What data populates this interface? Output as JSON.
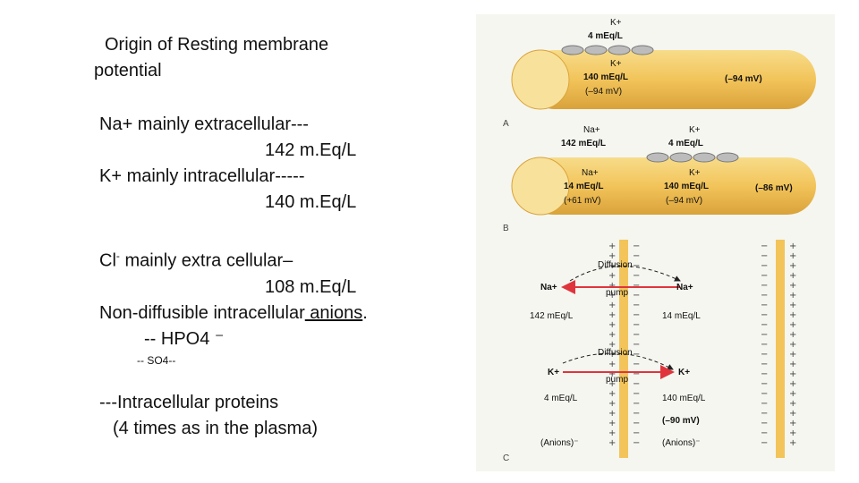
{
  "slide": {
    "title_line1": "Origin of Resting membrane",
    "title_line2": "potential",
    "na_line": "Na+ mainly extracellular---",
    "na_value": "142 m.Eq/L",
    "k_line": "K+ mainly intracellular-----",
    "k_value": "140 m.Eq/L",
    "cl_symbol": "Cl",
    "cl_sup": "-",
    "cl_line": " mainly extra cellular–",
    "cl_value": "108 m.Eq/L",
    "nondiff_text": "Non-diffusible intracellular",
    "nondiff_anions": " anions",
    "nondiff_period": ".",
    "hpo4": "-- HPO4 ⁻",
    "so4": "-- SO4--",
    "proteins": "---Intracellular proteins",
    "proteins_note": "(4 times as in the plasma)"
  },
  "figure": {
    "a": {
      "panel_label": "A",
      "k_sym": "K+",
      "k_out": "4 mEq/L",
      "k_in_sym": "K+",
      "k_in": "140 mEq/L",
      "k_pot": "(–94 mV)",
      "mem_pot": "(–94 mV)"
    },
    "b": {
      "panel_label": "B",
      "na_sym": "Na+",
      "na_out": "142 mEq/L",
      "k_sym": "K+",
      "k_out": "4 mEq/L",
      "na_in_sym": "Na+",
      "na_in": "14 mEq/L",
      "na_pot": "(+61 mV)",
      "k_in_sym": "K+",
      "k_in": "140 mEq/L",
      "k_pot": "(–94 mV)",
      "mem_pot": "(–86 mV)"
    },
    "c": {
      "panel_label": "C",
      "diffusion1": "Diffusion",
      "pump1": "pump",
      "na_left": "Na+",
      "na_right": "Na+",
      "na_out": "142 mEq/L",
      "na_in": "14 mEq/L",
      "diffusion2": "Diffusion",
      "pump2": "pump",
      "k_left": "K+",
      "k_right": "K+",
      "k_out": "4 mEq/L",
      "k_in": "140 mEq/L",
      "mem_pot": "(–90 mV)",
      "anions_left": "(Anions)⁻",
      "anions_right": "(Anions)⁻"
    },
    "colors": {
      "fiber": "#f2c45a",
      "fiber_dark": "#d9a23a",
      "arrow": "#e0343c",
      "channel": "#bcbcbc"
    }
  }
}
